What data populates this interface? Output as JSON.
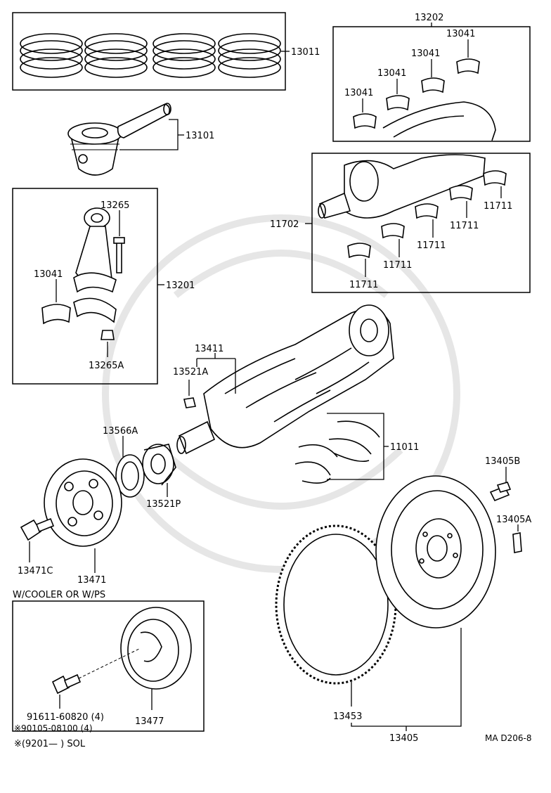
{
  "labels": {
    "p13011": "13011",
    "p13101": "13101",
    "p13202": "13202",
    "p13041_a": "13041",
    "p13041_b": "13041",
    "p13041_c": "13041",
    "p13041_d": "13041",
    "p11702": "11702",
    "p11711_a": "11711",
    "p11711_b": "11711",
    "p11711_c": "11711",
    "p11711_d": "11711",
    "p11711_e": "11711",
    "p13265": "13265",
    "p13041_e": "13041",
    "p13201": "13201",
    "p13265a": "13265A",
    "p13411": "13411",
    "p13521a": "13521A",
    "p13566a": "13566A",
    "p13521p": "13521P",
    "p11011": "11011",
    "p13405b": "13405B",
    "p13405a": "13405A",
    "p13471c": "13471C",
    "p13471": "13471",
    "p13477": "13477",
    "p13453": "13453",
    "p13405": "13405"
  },
  "notes": {
    "cooler": "W/COOLER OR W/PS",
    "bolt1": "91611-60820 (4)",
    "bolt2": "※90105-08100 (4)",
    "sol": "※(9201—      ) SOL",
    "ref": "MA D206-8"
  }
}
